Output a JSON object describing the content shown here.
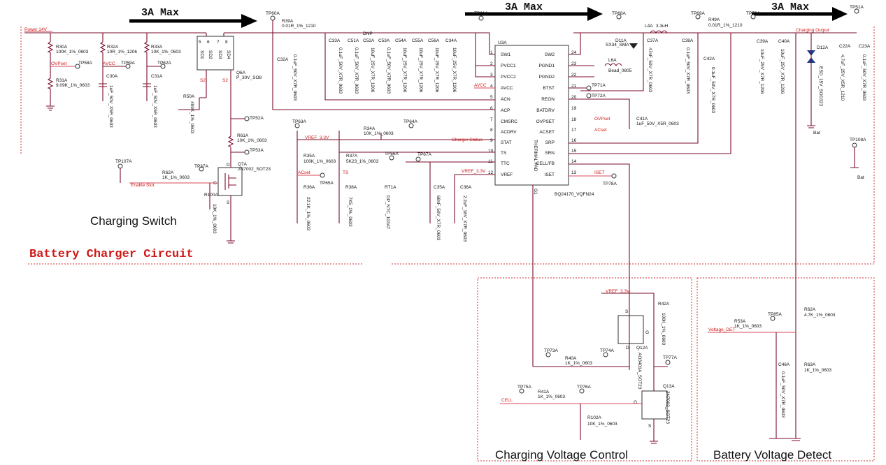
{
  "title": "Battery Charger Circuit",
  "section_labels": [
    "Charging Switch",
    "Charging Voltage Control",
    "Battery Voltage Detect"
  ],
  "current_labels": [
    "3A Max",
    "3A Max",
    "3A Max"
  ],
  "nets": {
    "power": "Power 14V",
    "ovpset": "OVPset",
    "avcc": "AVCC",
    "avcc2": "AVCC",
    "enable": "Enable Slot",
    "vref1": "VREF_3.3V",
    "vref2": "VREF_3.3V",
    "vref3": "VREF_3.3V",
    "acset": "ACset",
    "ts": "TS",
    "status": "Charger Status",
    "charging_output": "Charging Output",
    "cell": "CELL",
    "voltage_det": "Voltage_DET",
    "ovpset2": "OVPset",
    "acset2": "ACset",
    "iset": "ISET",
    "bat1": "Bat",
    "bat2": "Bat"
  },
  "ic": {
    "ref": "U3A",
    "part": "BQ24170_VQFN24",
    "pad": "THERMAL PAD",
    "gnd": "G1",
    "left_pins": [
      {
        "name": "SW1",
        "num": "1"
      },
      {
        "name": "PVCC1",
        "num": "2"
      },
      {
        "name": "PVCC2",
        "num": "3"
      },
      {
        "name": "AVCC",
        "num": "4"
      },
      {
        "name": "ACN",
        "num": "5"
      },
      {
        "name": "ACP",
        "num": "6"
      },
      {
        "name": "CMSRC",
        "num": "7"
      },
      {
        "name": "ACDRV",
        "num": "8"
      },
      {
        "name": "STAT",
        "num": "9"
      },
      {
        "name": "TS",
        "num": "10"
      },
      {
        "name": "TTC",
        "num": "11"
      },
      {
        "name": "VREF",
        "num": "12"
      }
    ],
    "right_pins": [
      {
        "name": "SW2",
        "num": "24"
      },
      {
        "name": "PGND1",
        "num": "23"
      },
      {
        "name": "PGND2",
        "num": "22"
      },
      {
        "name": "BTST",
        "num": "21"
      },
      {
        "name": "REGN",
        "num": "20"
      },
      {
        "name": "BATDRV",
        "num": "19"
      },
      {
        "name": "OVPSET",
        "num": "18"
      },
      {
        "name": "ACSET",
        "num": "17"
      },
      {
        "name": "SRP",
        "num": "16"
      },
      {
        "name": "SRN",
        "num": "15"
      },
      {
        "name": "CELL/FB",
        "num": "14"
      },
      {
        "name": "ISET",
        "num": "13"
      }
    ]
  },
  "testpoints": [
    "TP60A",
    "TP61A",
    "TP68A",
    "TP69A",
    "TP70A",
    "TP51A",
    "TP58A",
    "TP59A",
    "TP62A",
    "TP52A",
    "TP53A",
    "TP107A",
    "TP37A",
    "TP63A",
    "TP64A",
    "TP65A",
    "TP66A",
    "TP67A",
    "TP71A",
    "TP72A",
    "TP78A",
    "TP108A",
    "TP73A",
    "TP74A",
    "TP77A",
    "TP75A",
    "TP76A",
    "TP85A"
  ],
  "resistors": [
    {
      "ref": "R30A",
      "val": "100K_1%_0603"
    },
    {
      "ref": "R31A",
      "val": "9.09K_1%_0603"
    },
    {
      "ref": "R32A",
      "val": "10R_1%_1206"
    },
    {
      "ref": "R33A",
      "val": "10K_1%_0603"
    },
    {
      "ref": "R50A",
      "val": "499K_1%_0603"
    },
    {
      "ref": "R39A",
      "val": "0.01R_1%_1210"
    },
    {
      "ref": "R61A",
      "val": "10K_1%_0603"
    },
    {
      "ref": "R62A",
      "val": "1K_1%_0603"
    },
    {
      "ref": "R100A",
      "val": "10K_1%_0603"
    },
    {
      "ref": "R34A",
      "val": "10K_1%_0603"
    },
    {
      "ref": "R35A",
      "val": "100K_1%_0603"
    },
    {
      "ref": "R36A",
      "val": "22.1K_1%_0603"
    },
    {
      "ref": "R37A",
      "val": "5K23_1%_0603"
    },
    {
      "ref": "R38A",
      "val": "7K5_1%_0603"
    },
    {
      "ref": "R49A",
      "val": "0.01R_1%_1210"
    },
    {
      "ref": "R42A",
      "val": "100K_1%_0603"
    },
    {
      "ref": "R40A",
      "val": "1K_1%_0603"
    },
    {
      "ref": "R41A",
      "val": "1K_1%_0603"
    },
    {
      "ref": "R102A",
      "val": "10K_1%_0603"
    },
    {
      "ref": "R53A",
      "val": "1K_1%_0603"
    },
    {
      "ref": "R62A",
      "val": "4.7K_1%_0603"
    },
    {
      "ref": "R63A",
      "val": "1K_1%_0603"
    }
  ],
  "capacitors": [
    {
      "ref": "C30A",
      "val": "1uF_50V_X5R_0603"
    },
    {
      "ref": "C31A",
      "val": "1uF_50V_X5R_0603"
    },
    {
      "ref": "C32A",
      "val": "0.1uF_50V_X7R_0603"
    },
    {
      "ref": "C33A",
      "val": "0.1uF_50V_X7R_0603"
    },
    {
      "ref": "C51A",
      "val": "0.1uF_50V_X7R_0603"
    },
    {
      "ref": "C52A",
      "val": "10uF_25V_X7R_1206"
    },
    {
      "ref": "C53A",
      "val": "0.1uF_50V_X7R_0603"
    },
    {
      "ref": "C54A",
      "val": "10uF_25V_X7R_1206"
    },
    {
      "ref": "C55A",
      "val": "10uF_25V_X7R_1206"
    },
    {
      "ref": "C56A",
      "val": "10uF_25V_X7R_1206"
    },
    {
      "ref": "C34A",
      "val": "10uF_25V_X7R_1206"
    },
    {
      "ref": "C35A",
      "val": "68nF_50V_X7R_0603"
    },
    {
      "ref": "C36A",
      "val": "2.2uF_16V_X7R_0603"
    },
    {
      "ref": "C37A",
      "val": "47nF_50V_X7R_0603"
    },
    {
      "ref": "C38A",
      "val": "0.1uF_50V_X7R_0603"
    },
    {
      "ref": "C41A",
      "val": "1uF_50V_X5R_0603"
    },
    {
      "ref": "C42A",
      "val": "0.1uF_50V_X7R_0603"
    },
    {
      "ref": "C39A",
      "val": "10uF_25V_X7R_1206"
    },
    {
      "ref": "C40A",
      "val": "10uF_25V_X7R_1206"
    },
    {
      "ref": "C22A",
      "val": "4.7uF_25V_X5R_1210"
    },
    {
      "ref": "C23A",
      "val": "0.1uF_50V_X7R_0603"
    },
    {
      "ref": "C46A",
      "val": "0.1uF_50V_X7R_0603"
    }
  ],
  "parts": {
    "q6": {
      "ref": "Q6A",
      "val": "P_30V_SO8"
    },
    "q7": {
      "ref": "Q7A",
      "val": "2N7002_SOT23"
    },
    "q12": {
      "ref": "Q12A",
      "val": "AO3401A_SOT23"
    },
    "q13": {
      "ref": "Q13A",
      "val": "2N7002_SOT23"
    },
    "d11": {
      "ref": "D11A",
      "val": "SX34_SMA"
    },
    "d12": {
      "ref": "D12A",
      "val": "ESD_15V_SOD323"
    },
    "l4": {
      "ref": "L4A",
      "val": "3.3uH"
    },
    "l6": {
      "ref": "L6A",
      "val": "Bead_0805"
    },
    "rt1": {
      "ref": "RT1A",
      "val": "DP_NTC_103AT"
    },
    "dnp": "DNP"
  }
}
